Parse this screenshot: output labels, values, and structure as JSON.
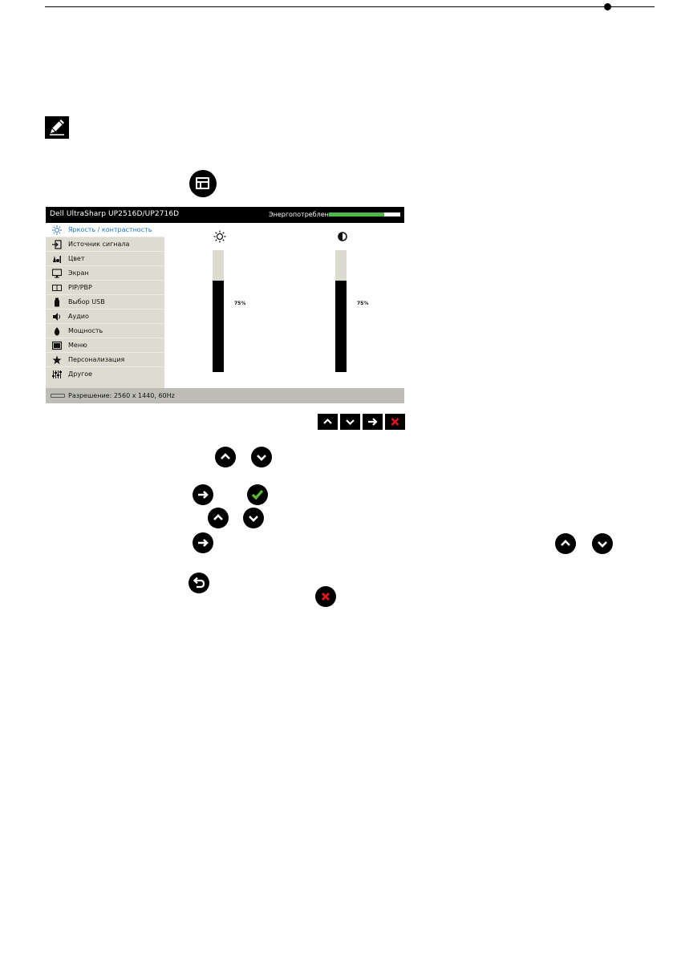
{
  "osd": {
    "title": "Dell UltraSharp UP2516D/UP2716D",
    "energy_label": "Энергопотребление",
    "energy_level": 0.78,
    "menu": [
      {
        "label": "Яркость / контрастность",
        "icon": "brightness-contrast-icon",
        "active": true
      },
      {
        "label": "Источник сигнала",
        "icon": "input-source-icon"
      },
      {
        "label": "Цвет",
        "icon": "color-icon"
      },
      {
        "label": "Экран",
        "icon": "display-icon"
      },
      {
        "label": "PIP/PBP",
        "icon": "pip-pbp-icon"
      },
      {
        "label": "Выбор USB",
        "icon": "usb-icon"
      },
      {
        "label": "Аудио",
        "icon": "audio-icon"
      },
      {
        "label": "Мощность",
        "icon": "power-icon"
      },
      {
        "label": "Меню",
        "icon": "menu-icon"
      },
      {
        "label": "Персонализация",
        "icon": "star-icon"
      },
      {
        "label": "Другое",
        "icon": "other-icon"
      }
    ],
    "brightness": {
      "value": 75,
      "label": "75%"
    },
    "contrast": {
      "value": 75,
      "label": "75%"
    },
    "footer": "Разрешение: 2560 x 1440, 60Hz"
  },
  "nav_buttons": [
    "up-button",
    "down-button",
    "right-button",
    "close-button"
  ],
  "colors": {
    "accent_blue": "#1a73c9",
    "energy_green": "#4cb848",
    "close_red": "#e0161f",
    "check_green": "#5cb832",
    "sidebar_bg": "#dedcd1",
    "footer_bg": "#bebdb5"
  }
}
